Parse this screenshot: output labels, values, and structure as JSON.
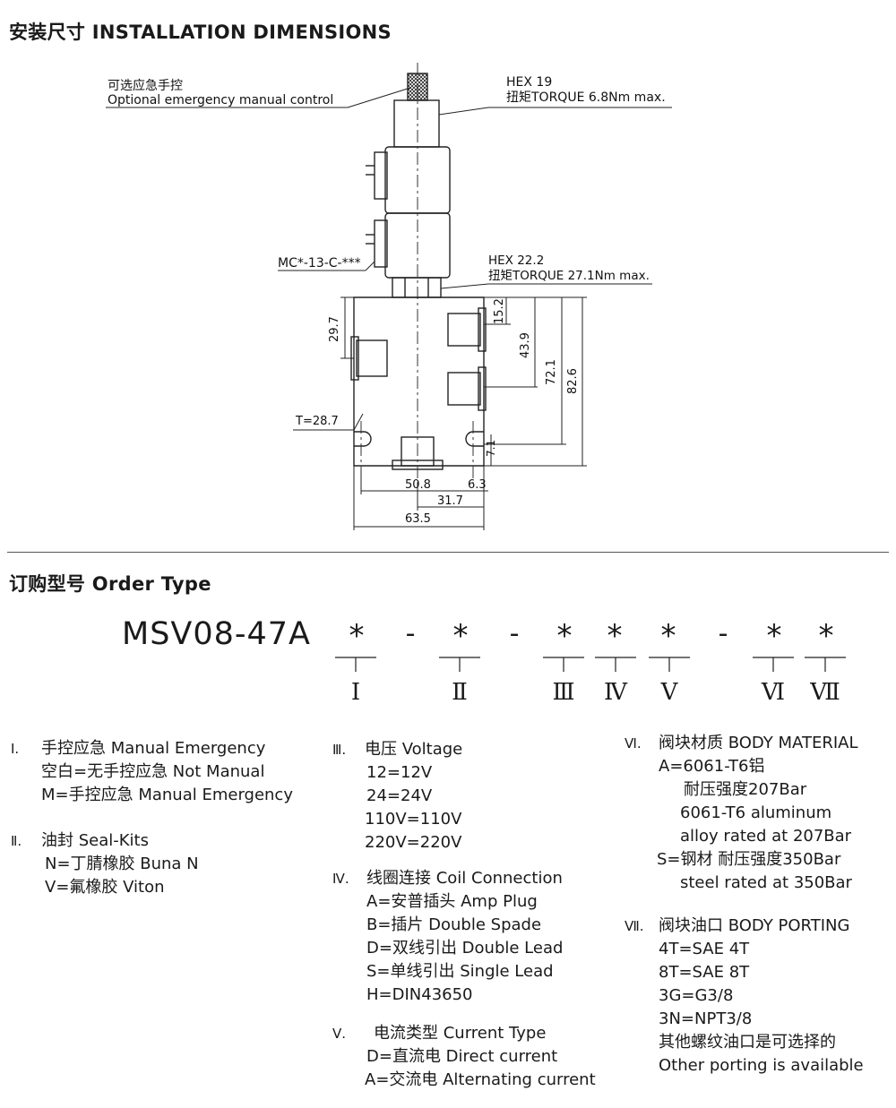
{
  "title_install": "安装尺寸 INSTALLATION DIMENSIONS",
  "drawing": {
    "callout_manual_cn": "可选应急手控",
    "callout_manual_en": "Optional emergency manual control",
    "hex19_line1": "HEX 19",
    "hex19_line2": "扭矩TORQUE 6.8Nm max.",
    "hex22_line1": "HEX 22.2",
    "hex22_line2": "扭矩TORQUE 27.1Nm max.",
    "coil_code": "MC*-13-C-***",
    "dim_29_7": "29.7",
    "dim_15_2": "15.2",
    "dim_43_9": "43.9",
    "dim_72_1": "72.1",
    "dim_82_6": "82.6",
    "dim_t": "T=28.7",
    "dim_7_1": "7.1",
    "dim_50_8": "50.8",
    "dim_6_3": "6.3",
    "dim_31_7": "31.7",
    "dim_63_5": "63.5"
  },
  "title_order": "订购型号 Order Type",
  "order_code": {
    "prefix": "MSV08-47A",
    "star": "*",
    "dash": "-",
    "roman": [
      "Ⅰ",
      "Ⅱ",
      "Ⅲ",
      "Ⅳ",
      "Ⅴ",
      "Ⅵ",
      "Ⅶ"
    ]
  },
  "sections": {
    "s1": {
      "num": "Ⅰ.",
      "title": "手控应急 Manual Emergency",
      "lines": [
        "空白=无手控应急  Not Manual",
        "M=手控应急  Manual Emergency"
      ]
    },
    "s2": {
      "num": "Ⅱ.",
      "title": "油封 Seal-Kits",
      "lines": [
        "N=丁腈橡胶 Buna N",
        "V=氟橡胶 Viton"
      ]
    },
    "s3": {
      "num": "Ⅲ.",
      "title": "电压 Voltage",
      "lines": [
        "12=12V",
        "24=24V",
        "110V=110V",
        "220V=220V"
      ]
    },
    "s4": {
      "num": "Ⅳ.",
      "title": "线圈连接 Coil Connection",
      "lines": [
        "A=安普插头  Amp Plug",
        "B=插片  Double  Spade",
        "D=双线引出  Double  Lead",
        "S=单线引出  Single  Lead",
        "H=DIN43650"
      ]
    },
    "s5": {
      "num": "Ⅴ.",
      "title": "电流类型 Current Type",
      "lines": [
        "D=直流电  Direct current",
        "A=交流电  Alternating current"
      ]
    },
    "s6": {
      "num": "Ⅵ.",
      "title": "阀块材质 BODY MATERIAL",
      "lines": [
        "A=6061-T6铝",
        "耐压强度207Bar",
        "6061-T6 aluminum",
        "alloy rated at 207Bar",
        "S=钢材  耐压强度350Bar",
        "steel rated at 350Bar"
      ]
    },
    "s7": {
      "num": "Ⅶ.",
      "title": "阀块油口 BODY PORTING",
      "lines": [
        "4T=SAE 4T",
        "8T=SAE 8T",
        "3G=G3/8",
        "3N=NPT3/8",
        "其他螺纹油口是可选择的",
        "Other porting is available"
      ]
    }
  }
}
